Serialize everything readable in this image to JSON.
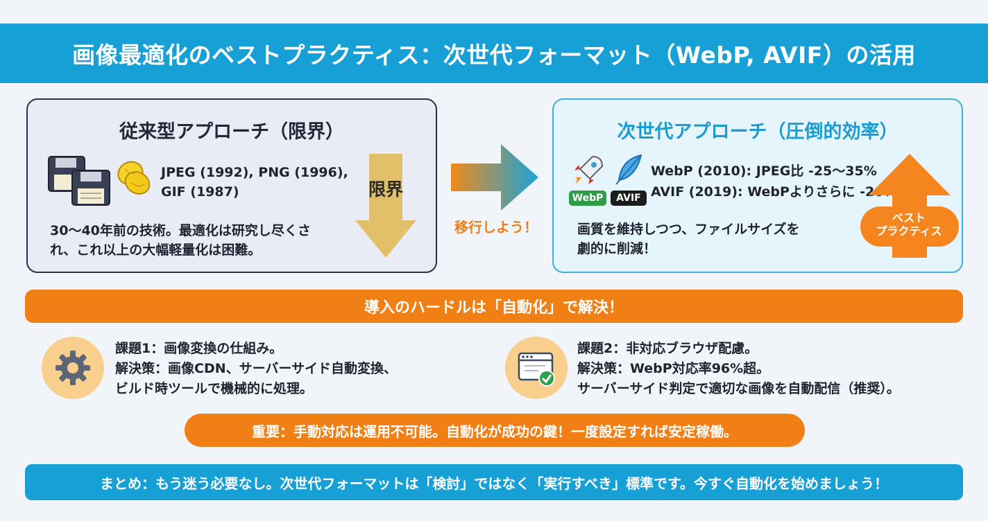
{
  "title": "画像最適化のベストプラクティス：次世代フォーマット（WebP, AVIF）の活用",
  "legacy": {
    "title": "従来型アプローチ（限界）",
    "formats": [
      "JPEG (1992), PNG (1996),",
      "GIF (1987)"
    ],
    "limit_label": "限界",
    "description": [
      "30〜40年前の技術。最適化は研究し尽くさ",
      "れ、これ以上の大幅軽量化は困難。"
    ]
  },
  "transition_label": "移行しよう！",
  "next_gen": {
    "title": "次世代アプローチ（圧倒的効率）",
    "webp_badge": "WebP",
    "avif_badge": "AVIF",
    "formats": [
      "WebP (2010): JPEG比 -25〜35%",
      "AVIF (2019): WebPよりさらに -20%"
    ],
    "description": [
      "画質を維持しつつ、ファイルサイズを",
      "劇的に削減！"
    ],
    "best_practice_label": [
      "ベスト",
      "プラクティス"
    ]
  },
  "hurdle": "導入のハードルは「自動化」で解決！",
  "issue1": [
    "課題1：画像変換の仕組み。",
    "解決策：画像CDN、サーバーサイド自動変換、",
    "ビルド時ツールで機械的に処理。"
  ],
  "issue2": [
    "課題2：非対応ブラウザ配慮。",
    "解決策：WebP対応率96%超。",
    "サーバーサイド判定で適切な画像を自動配信（推奨）。"
  ],
  "important": "重要：手動対応は運用不可能。自動化が成功の鍵！一度設定すれば安定稼働。",
  "summary": "まとめ：もう迷う必要なし。次世代フォーマットは「検討」ではなく「実行すべき」標準です。今すぐ自動化を始めましょう！",
  "colors": {
    "banner_blue": "#17a0d6",
    "accent_orange": "#f07f16",
    "limit_gold": "#e2c06a",
    "webp_green": "#2e9b46",
    "avif_black": "#1c1c1c"
  }
}
